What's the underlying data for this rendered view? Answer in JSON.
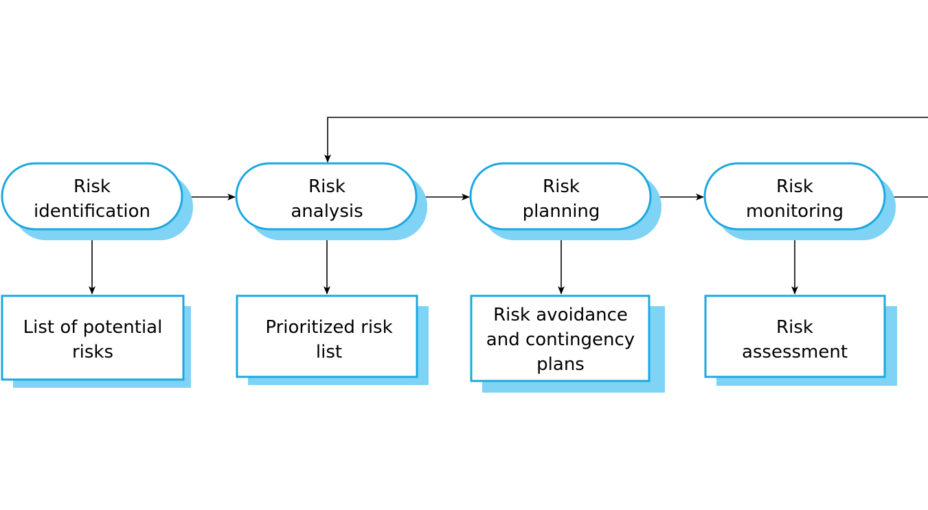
{
  "colors": {
    "box_border": "#1aa8e0",
    "box_shadow": "#7fd3f5",
    "box_fill": "#ffffff",
    "arrow": "#000000"
  },
  "activities": [
    {
      "id": "identification",
      "line1": "Risk",
      "line2": "identification"
    },
    {
      "id": "analysis",
      "line1": "Risk",
      "line2": "analysis"
    },
    {
      "id": "planning",
      "line1": "Risk",
      "line2": "planning"
    },
    {
      "id": "monitoring",
      "line1": "Risk",
      "line2": "monitoring"
    }
  ],
  "outputs": [
    {
      "id": "potential-risks",
      "lines": [
        "List of potential",
        "risks"
      ]
    },
    {
      "id": "prioritized-list",
      "lines": [
        "Prioritized risk",
        "list"
      ]
    },
    {
      "id": "avoidance-plans",
      "lines": [
        "Risk avoidance",
        "and contingency",
        "plans"
      ]
    },
    {
      "id": "assessment",
      "lines": [
        "Risk",
        "assessment"
      ]
    }
  ]
}
